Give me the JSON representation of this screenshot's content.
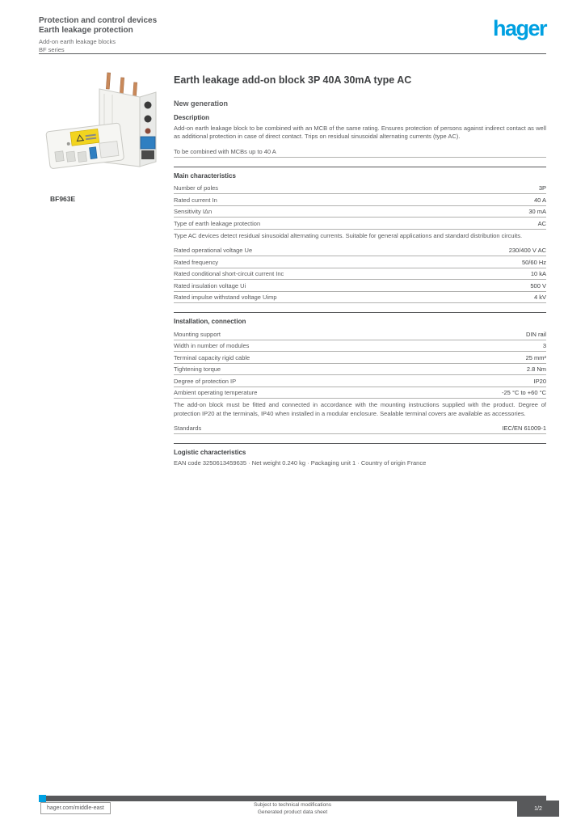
{
  "colors": {
    "brand_blue": "#00a0e1",
    "text_dark": "#3f4143",
    "text_gray": "#58595b",
    "line_gray": "#b2b2b0"
  },
  "header": {
    "category_line1": "Protection and control devices",
    "category_line2": "Earth leakage protection",
    "family_line1": "Add-on earth leakage blocks",
    "family_line2": "BF series",
    "logo_text": "hager"
  },
  "product": {
    "reference": "BF963E",
    "image_description": "Two views of a white modular add-on earth leakage block with three copper busbar pins, blue neutral terminal and yellow warning label"
  },
  "main": {
    "title": "Earth leakage add-on block 3P 40A 30mA type AC",
    "subtitle": "New generation",
    "sections": [
      {
        "heading": "Description",
        "paragraph": "Add-on earth leakage block to be combined with an MCB of the same rating. Ensures protection of persons against indirect contact as well as additional protection in case of direct contact. Trips on residual sinusoidal alternating currents (type AC).",
        "note": "To be combined with MCBs up to 40 A"
      },
      {
        "heading": "Main characteristics",
        "rows": [
          {
            "label": "Number of poles",
            "value": "3P"
          },
          {
            "label": "Rated current In",
            "value": "40 A"
          },
          {
            "label": "Sensitivity IΔn",
            "value": "30 mA"
          },
          {
            "label": "Type of earth leakage protection",
            "value": "AC"
          },
          {
            "label": "Rated operational voltage Ue",
            "value": "230/400 V AC"
          },
          {
            "label": "Rated frequency",
            "value": "50/60 Hz"
          },
          {
            "label": "Rated conditional short-circuit current Inc",
            "value": "10 kA"
          },
          {
            "label": "Rated insulation voltage Ui",
            "value": "500 V"
          },
          {
            "label": "Rated impulse withstand voltage Uimp",
            "value": "4 kV"
          }
        ],
        "paragraph": "Type AC devices detect residual sinusoidal alternating currents. Suitable for general applications and standard distribution circuits."
      },
      {
        "heading": "Installation, connection",
        "rows": [
          {
            "label": "Mounting support",
            "value": "DIN rail"
          },
          {
            "label": "Width in number of modules",
            "value": "3"
          },
          {
            "label": "Terminal capacity rigid cable",
            "value": "25 mm²"
          },
          {
            "label": "Tightening torque",
            "value": "2.8 Nm"
          },
          {
            "label": "Degree of protection IP",
            "value": "IP20"
          },
          {
            "label": "Ambient operating temperature",
            "value": "-25 °C to +60 °C"
          },
          {
            "label": "Standards",
            "value": "IEC/EN 61009-1"
          }
        ],
        "paragraph": "The add-on block must be fitted and connected in accordance with the mounting instructions supplied with the product. Degree of protection IP20 at the terminals, IP40 when installed in a modular enclosure. Sealable terminal covers are available as accessories."
      },
      {
        "heading": "Logistic characteristics",
        "paragraph": "EAN code 3250613459635 · Net weight 0.240 kg · Packaging unit 1 · Country of origin France"
      }
    ]
  },
  "footer": {
    "url": "hager.com/middle-east",
    "note_line1": "Subject to technical modifications",
    "note_line2": "Generated product data sheet",
    "page_label": "1/2"
  }
}
